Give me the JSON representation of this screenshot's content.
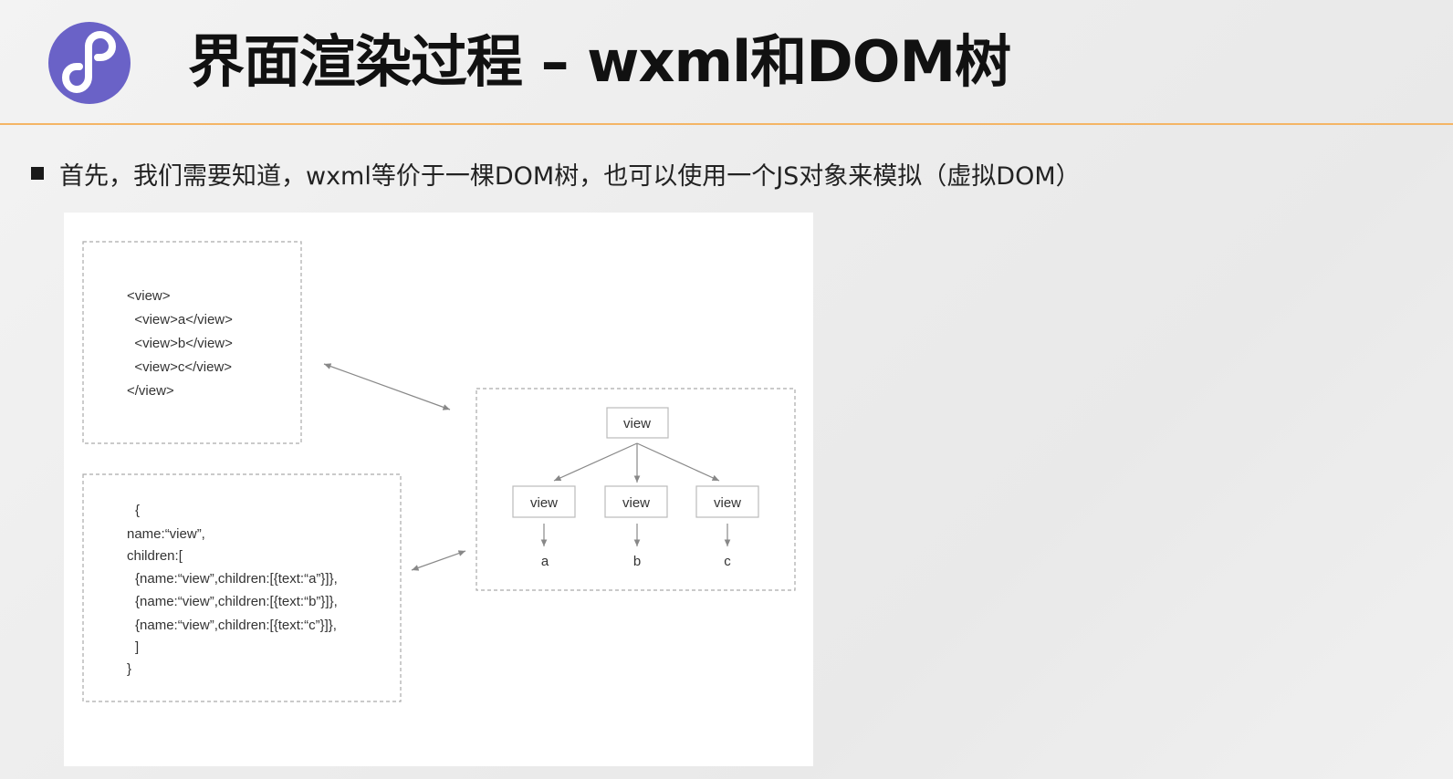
{
  "header": {
    "logo_icon": "mini-program-logo-icon",
    "title": "界面渲染过程 – wxml和DOM树"
  },
  "bullet": {
    "text": "首先，我们需要知道，wxml等价于一棵DOM树，也可以使用一个JS对象来模拟（虚拟DOM）"
  },
  "diagram": {
    "wxml_code": [
      "<view>",
      "  <view>a</view>",
      "  <view>b</view>",
      "  <view>c</view>",
      "</view>"
    ],
    "js_code": [
      "{",
      "name:“view”,",
      "children:[",
      "{name:“view”,children:[{text:“a”}]},",
      "{name:“view”,children:[{text:“b”}]},",
      "{name:“view”,children:[{text:“c”}]},",
      "]",
      "}"
    ],
    "tree": {
      "root": "view",
      "children": [
        {
          "label": "view",
          "leaf": "a"
        },
        {
          "label": "view",
          "leaf": "b"
        },
        {
          "label": "view",
          "leaf": "c"
        }
      ]
    }
  },
  "colors": {
    "logo_bg": "#6a62c7",
    "header_rule": "#f4b565"
  }
}
